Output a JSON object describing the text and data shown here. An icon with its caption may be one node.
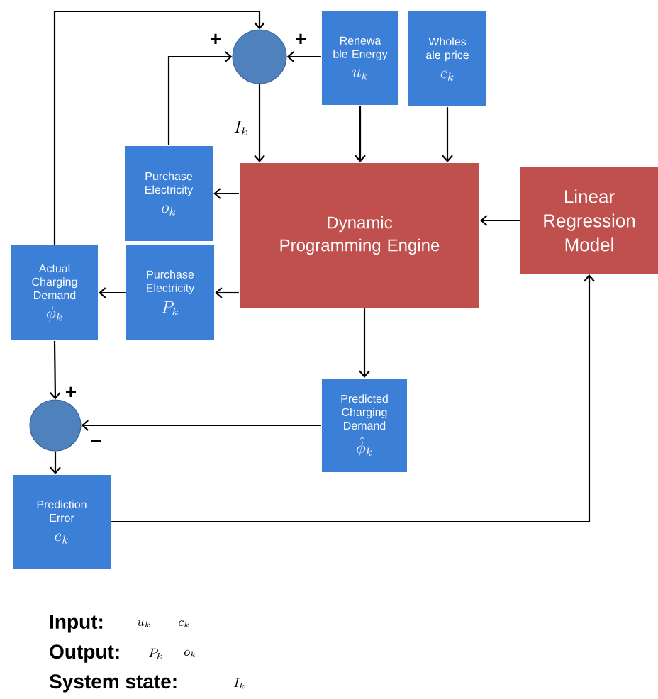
{
  "diagram": {
    "nodes": [
      {
        "text": [],
        "shape": "circle"
      },
      {
        "text": [
          "Renewa ble Energy",
          "u_{k}"
        ]
      },
      {
        "text": [
          "Wholes ale price",
          "c_{k}"
        ]
      },
      {
        "text": [
          "Purchase Electricity",
          "o_{k}"
        ]
      },
      {
        "text": [
          "Dynamic Programming Engine"
        ]
      },
      {
        "text": [
          "Linear Regression Model"
        ]
      },
      {
        "text": [
          "Actual Charging Demand",
          "\\phi_{k}"
        ]
      },
      {
        "text": [
          "Purchase Electricity",
          "P_{k}"
        ]
      },
      {
        "text": [],
        "shape": "circle"
      },
      {
        "text": [
          "Predicted Charging Demand",
          "\\hat{\\phi}_{k}"
        ]
      },
      {
        "text": [
          "Prediction Error",
          "e_{k}"
        ]
      }
    ],
    "edges": [
      {
        "from": 6,
        "to": 0,
        "arrow": "to"
      },
      {
        "from": 3,
        "to": 0,
        "arrow": "to"
      },
      {
        "from": 1,
        "to": 0,
        "arrow": "to"
      },
      {
        "from": 0,
        "to": 4,
        "arrow": "to",
        "label": "I_{k}"
      },
      {
        "from": 1,
        "to": 4,
        "arrow": "to"
      },
      {
        "from": 2,
        "to": 4,
        "arrow": "to"
      },
      {
        "from": 4,
        "to": 3,
        "arrow": "to"
      },
      {
        "from": 4,
        "to": 7,
        "arrow": "to"
      },
      {
        "from": 5,
        "to": 4,
        "arrow": "to"
      },
      {
        "from": 7,
        "to": 6,
        "arrow": "to"
      },
      {
        "from": 6,
        "to": 8,
        "arrow": "to"
      },
      {
        "from": 9,
        "to": 8,
        "arrow": "to"
      },
      {
        "from": 4,
        "to": 9,
        "arrow": "to"
      },
      {
        "from": 8,
        "to": 10,
        "arrow": "to"
      },
      {
        "from": 10,
        "to": 5,
        "arrow": "to"
      }
    ],
    "labels": [
      "+",
      "+",
      "+",
      "−",
      "Input:",
      "u_{k}",
      "c_{k}",
      "Output:",
      "P_{k}",
      "o_{k}",
      "System state:",
      "I_{k}"
    ]
  }
}
